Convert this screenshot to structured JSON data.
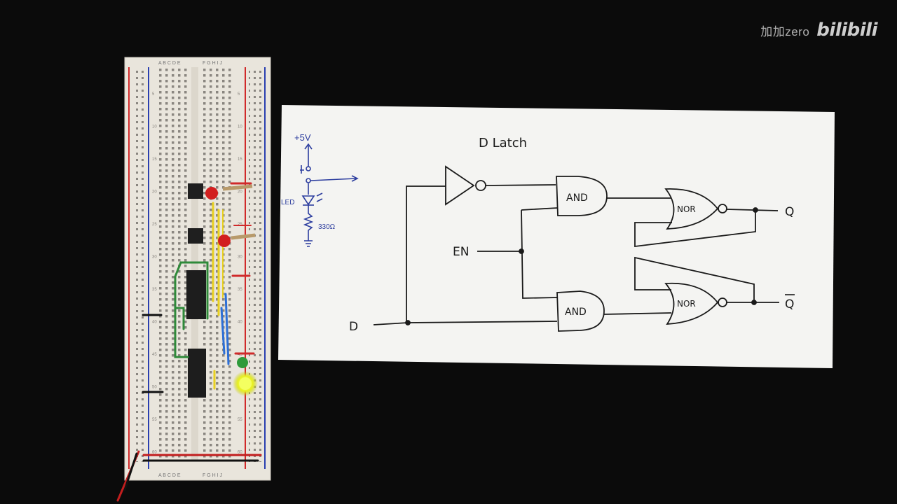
{
  "watermark": {
    "author": "加加zero",
    "brand": "bilibili"
  },
  "breadboard": {
    "column_labels_left": "A B C D E",
    "column_labels_right": "F G H I J",
    "row_numbers": [
      "5",
      "10",
      "15",
      "20",
      "25",
      "30",
      "35",
      "40",
      "45",
      "50",
      "55",
      "60"
    ]
  },
  "schematic": {
    "title": "D Latch",
    "input_d": "D",
    "input_en": "EN",
    "output_q": "Q",
    "output_q_bar": "Q",
    "gate_and_top": "AND",
    "gate_and_bottom": "AND",
    "gate_nor_top": "NOR",
    "gate_nor_bottom": "NOR",
    "power_label": "+5V",
    "led_label": "LED",
    "resistor_label": "330Ω"
  }
}
